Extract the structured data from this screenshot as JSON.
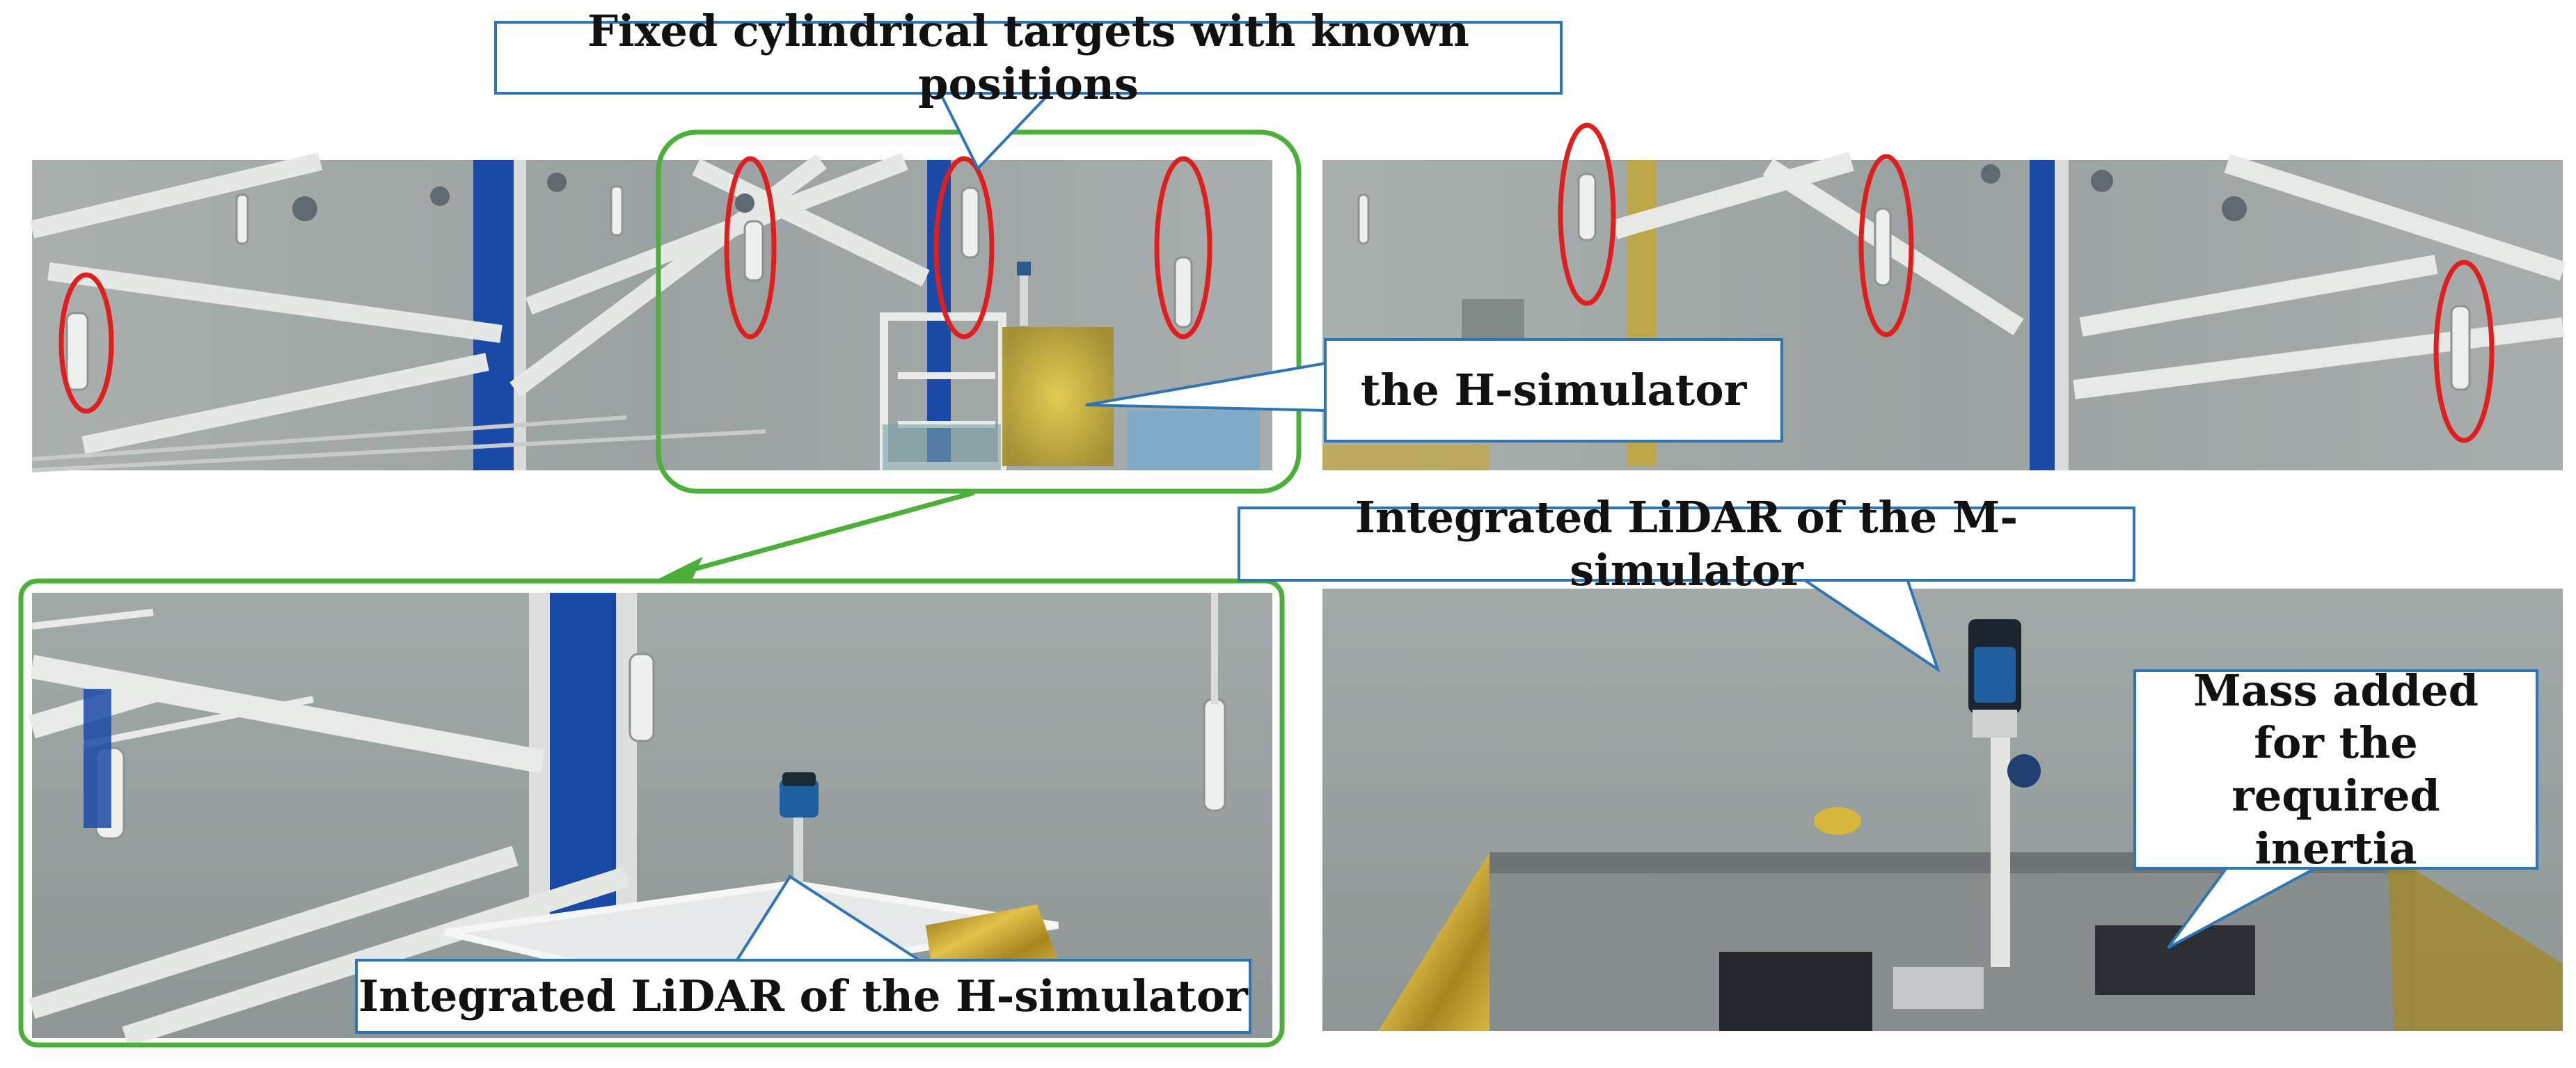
{
  "figure": {
    "panels": [
      {
        "id": "top-left",
        "name": "photo-top-left-hall-with-targets"
      },
      {
        "id": "top-right",
        "name": "photo-top-right-hall-with-targets"
      },
      {
        "id": "bottom-left",
        "name": "photo-bottom-left-h-simulator-closeup"
      },
      {
        "id": "bottom-right",
        "name": "photo-bottom-right-m-simulator"
      }
    ],
    "labels": {
      "fixed_targets": "Fixed cylindrical targets with known positions",
      "h_simulator": "the H-simulator",
      "m_lidar": "Integrated LiDAR of the M-simulator",
      "mass_added": "Mass added for the required inertia",
      "h_lidar": "Integrated LiDAR of the H-simulator"
    },
    "colors": {
      "target_marker": "#e01e1e",
      "zoom_highlight": "#4caf3a",
      "callout_border": "#2e75b6",
      "wall": "#9ea6a5",
      "blue_column": "#1a4aa8",
      "gold_foil": "#c9a62a"
    }
  }
}
